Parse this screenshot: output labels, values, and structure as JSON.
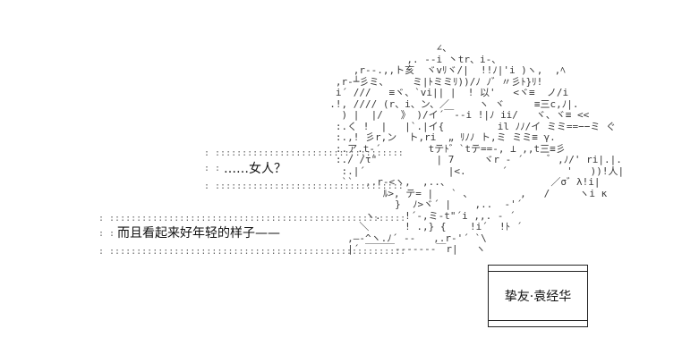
{
  "dialogue": {
    "line1": "……女人？",
    "line2": "而且看起来好年轻的样子——"
  },
  "name_box": {
    "label": "挚友·袁经华"
  },
  "dot_rows": [
    ": :::::::::::::::::::::::::::::::::::",
    ": :",
    ": :::::::::::::::::::::::::::::::::::",
    ": :::::::::::::::::::::::::::::::::::::::::::::::::::::::",
    ": :",
    ": :::::::::::::::::::::::::::::::::::::::::::::::::::::::"
  ],
  "ascii_art": [
    "                    ∠、",
    "               ,. -‐i 丶tr、i‐、",
    "      ,r‐-.,,ト亥  ヾvﾘヾ/|  !!ﾉ|'i )ヽ,  ,ﾍ",
    "   ,r‐┴彡ミ、    ミ|ﾄミミﾘ))/ﾉ ﾉ゛〃彡ﾄ}ﾘ!",
    "   i´ ///   ≡ヾ、`vi|| |  ! 以'   <ヾ≡  ノ/i",
    "  .!, //// (r、i、ン、／     ヽ ヾ     ≡三c,ﾉ|.",
    "    ) |  |/   》 )/イ´￣‐‐i !|ﾉ ii/   ヾ、ヾ≡ <<",
    "   :.く !  |   |`.|イ{         il ﾉﾉ/イ ミミ==−−ミ ぐ",
    "   :.,! 彡r,ン  ト,ri  „ ﾘﾉﾉ ト,ミ ミミ≡ γ.",
    "   :.ア.t‐´        tテﾄ゛`tテ==‐, ⊥ ,,t三≡彡",
    "   :./ /τ\"          | 7     ヾr ‐ ´    ﾞ ,ﾉ/' ri|.|.",
    "    :.|´              |<.      ´          '   ))!人|",
    "    ``  ,.r‐<ヽ,  ,..、                 ／σ゛λ!i|",
    "           ﾙ>, テ= |   ` 、        ,   /     ヽi κ",
    "             }  ﾉ>ヾ´ |    ,..  ‐'´",
    "        ヽ.    !´-,ミ‐t\"´i ,,. ‐ ´    ",
    "       ＼      ! .,} {    !i´  !ﾄ ´",
    "     ,—‐^ヽ.ﾉ´ ‐‐   ,.r‐'´ `\\",
    "     |´ ￣￣￣‐‐‐‐‐‐‐￣r|   ヽ"
  ]
}
